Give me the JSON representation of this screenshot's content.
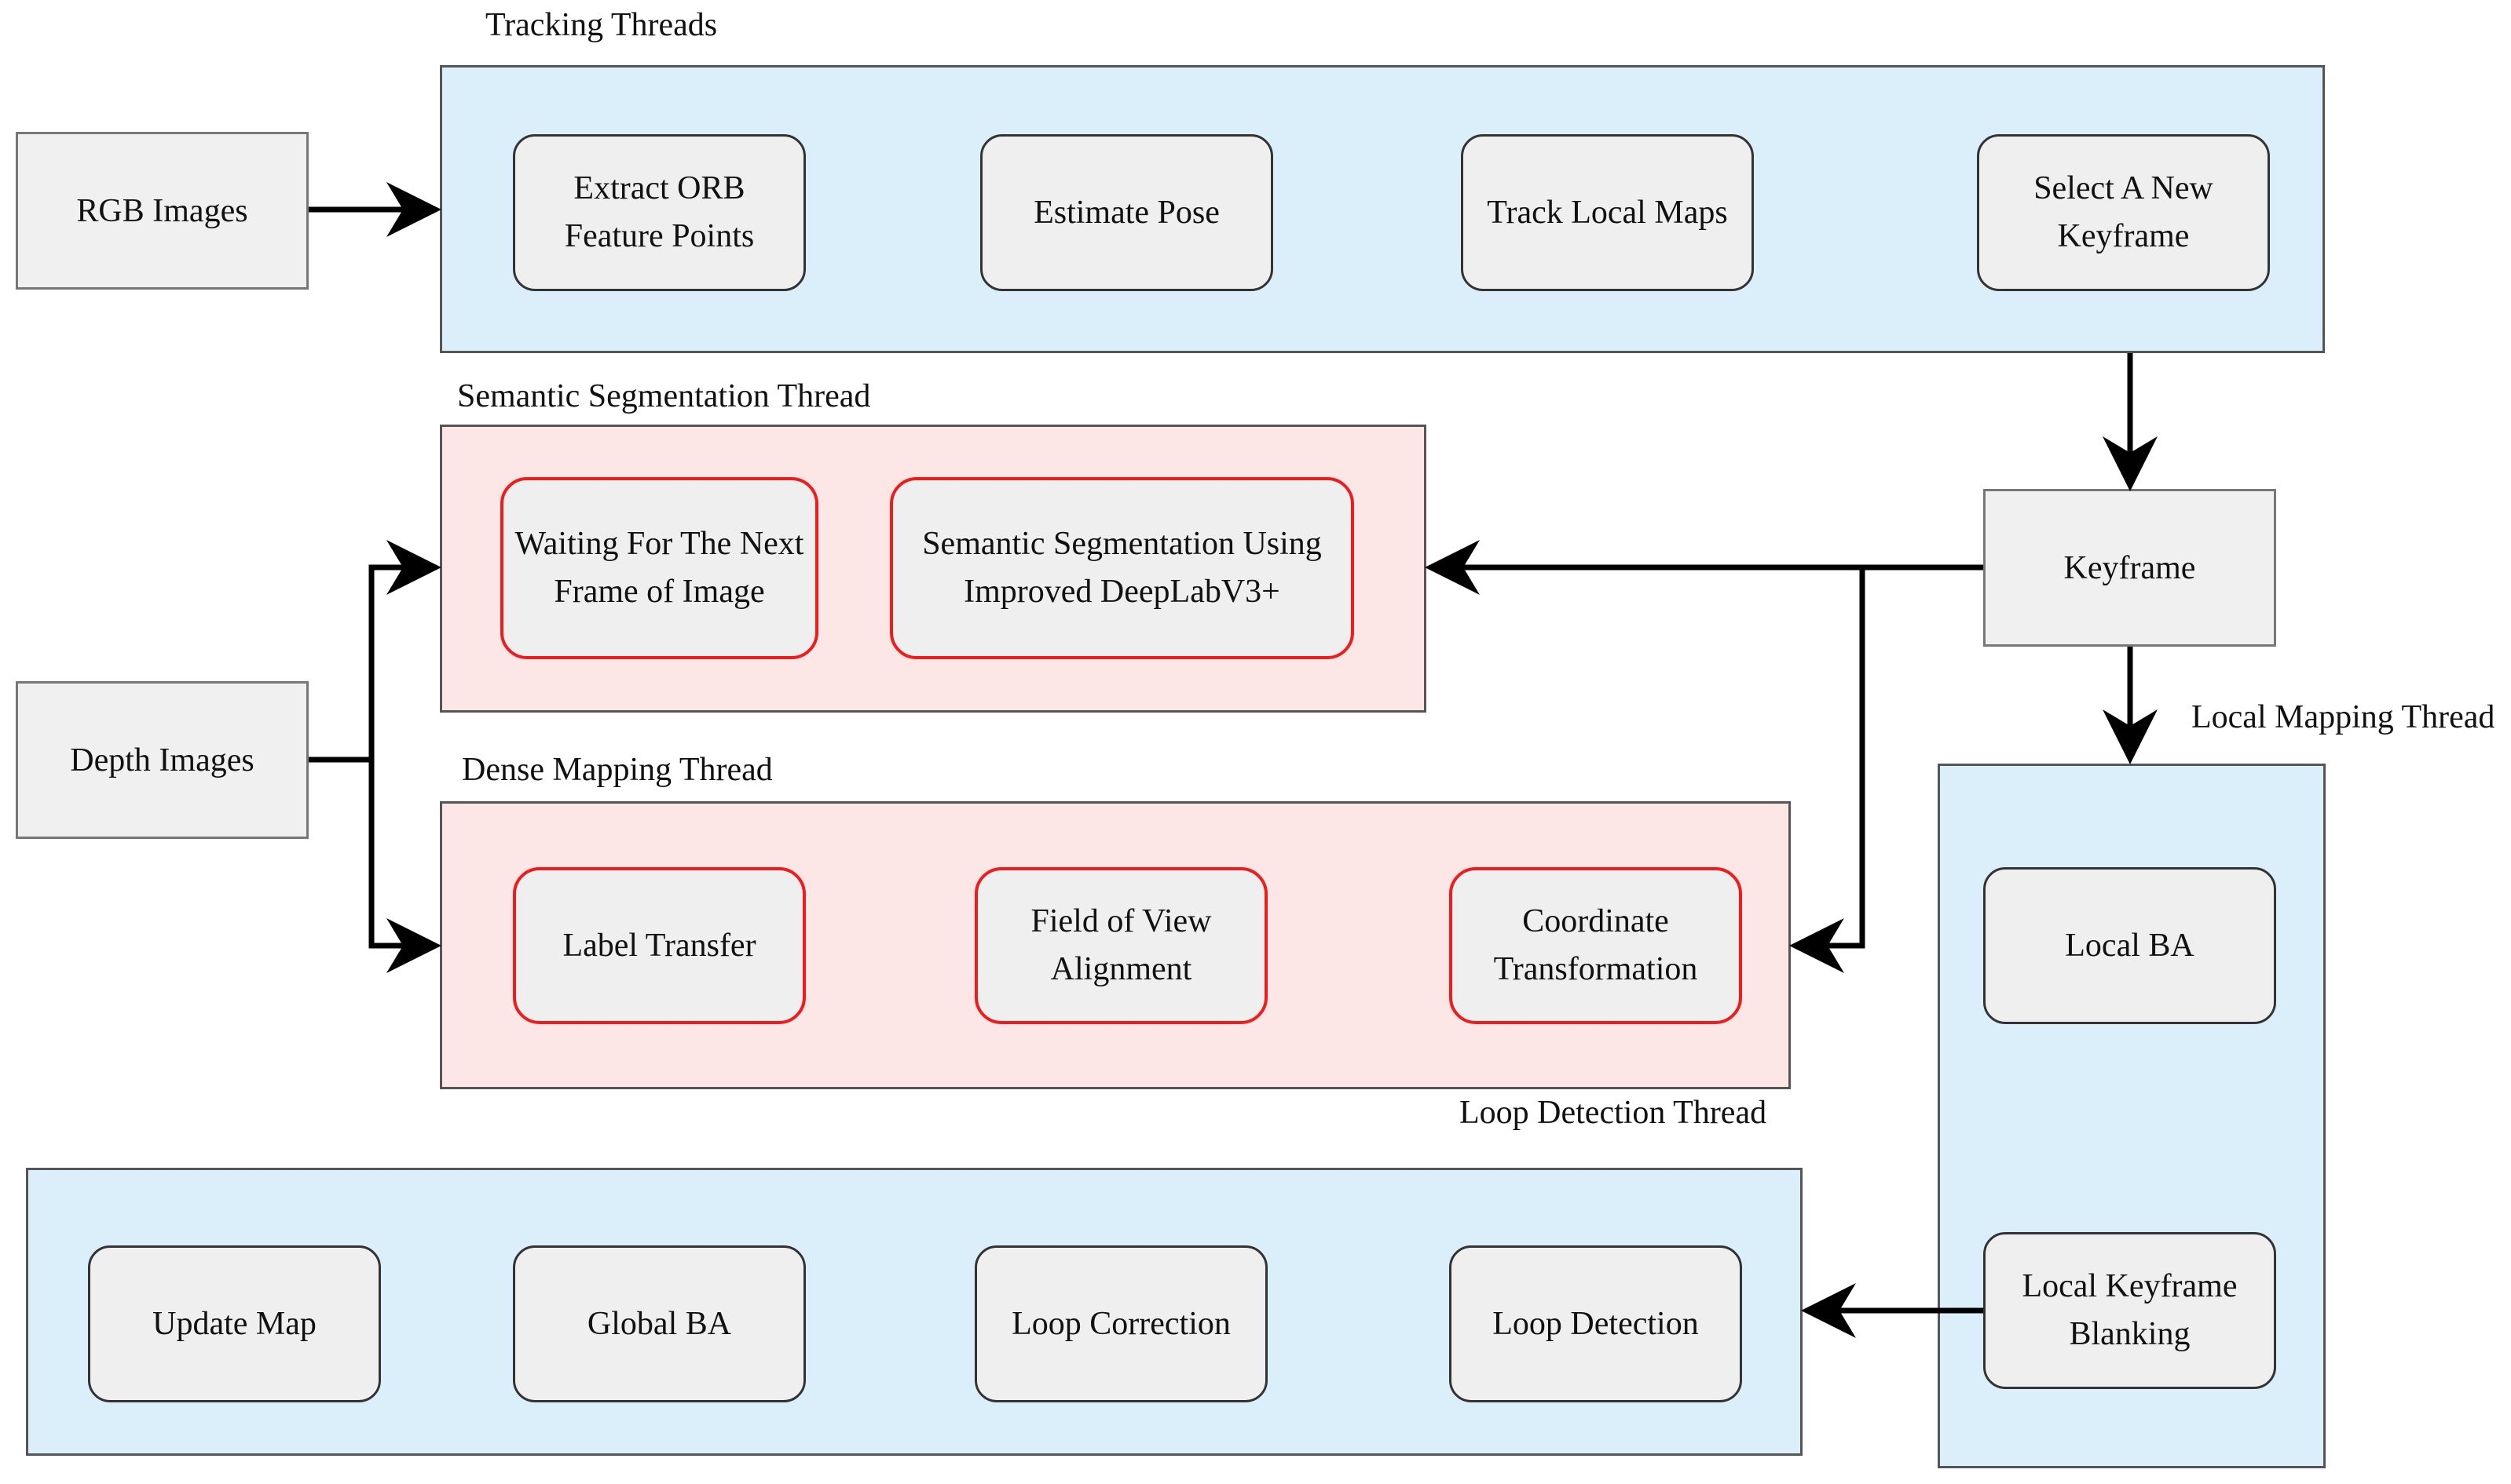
{
  "inputs": {
    "rgb": "RGB Images",
    "depth": "Depth Images",
    "keyframe": "Keyframe"
  },
  "tracking": {
    "title": "Tracking Threads",
    "nodes": [
      "Extract ORB\nFeature Points",
      "Estimate Pose",
      "Track Local Maps",
      "Select A New\nKeyframe"
    ]
  },
  "semantic": {
    "title": "Semantic Segmentation Thread",
    "nodes": [
      "Waiting For The Next\nFrame of Image",
      "Semantic Segmentation Using\nImproved DeepLabV3+"
    ]
  },
  "dense": {
    "title": "Dense Mapping Thread",
    "nodes": [
      "Label Transfer",
      "Field of View\nAlignment",
      "Coordinate\nTransformation"
    ]
  },
  "local_mapping": {
    "title": "Local Mapping Thread",
    "nodes": [
      "Local BA",
      "Local Keyframe\nBlanking"
    ]
  },
  "loop": {
    "title": "Loop Detection Thread",
    "nodes": [
      "Update Map",
      "Global BA",
      "Loop Correction",
      "Loop Detection"
    ]
  },
  "colors": {
    "blue_fill": "#dbeffb",
    "pink_fill": "#fde6e6",
    "node_fill": "#efefef",
    "red_border": "#ee1c1c"
  }
}
